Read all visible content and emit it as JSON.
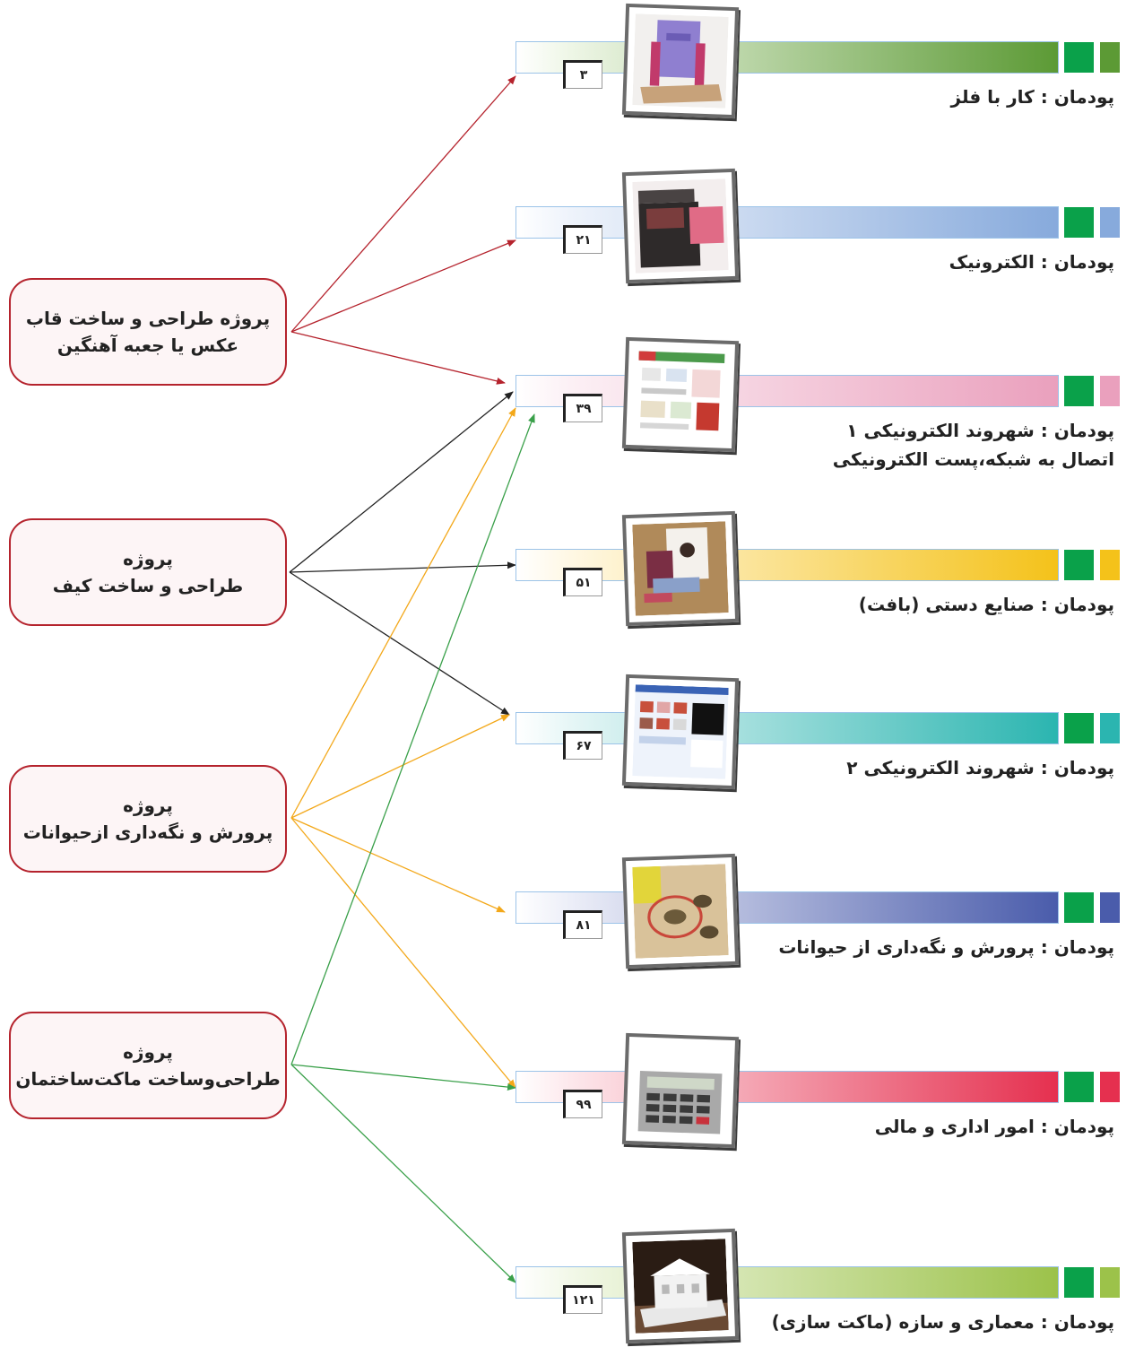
{
  "projects": [
    {
      "line1": "پروژه طراحی و ساخت قاب",
      "line2": "عکس یا جعبه آهنگین"
    },
    {
      "line1": "پروژه",
      "line2": "طراحی و ساخت کیف"
    },
    {
      "line1": "پروژه",
      "line2": "پرورش و نگه‌داری ازحیوانات"
    },
    {
      "line1": "پروژه",
      "line2": "طراحی‌وساخت ماکت‌ساختمان"
    }
  ],
  "modules": [
    {
      "page": "۳",
      "label": "پودمان : کار با فلز",
      "label2": "",
      "color": "#5c9a35",
      "light": "#eef6e6",
      "icon": "metal-frame-photo"
    },
    {
      "page": "۲۱",
      "label": "پودمان : الکترونیک",
      "label2": "",
      "color": "#87aadc",
      "light": "#eef3fb",
      "icon": "electronics-box-photo"
    },
    {
      "page": "۳۹",
      "label": "پودمان : شهروند الکترونیکی ۱",
      "label2": "اتصال به شبکه،پست الکترونیکی",
      "color": "#eaa0bd",
      "light": "#fcf0f5",
      "icon": "website-screenshot-photo"
    },
    {
      "page": "۵۱",
      "label": "پودمان : صنایع دستی (بافت)",
      "label2": "",
      "color": "#f4c21a",
      "light": "#fff8e4",
      "icon": "handicraft-photo"
    },
    {
      "page": "۶۷",
      "label": "پودمان : شهروند الکترونیکی ۲",
      "label2": "",
      "color": "#2bb5b0",
      "light": "#e6f6f6",
      "icon": "software-screenshot-photo"
    },
    {
      "page": "۸۱",
      "label": "پودمان :  پرورش و نگه‌داری از حیوانات",
      "label2": "",
      "color": "#4a5cab",
      "light": "#eceef8",
      "icon": "animals-photo"
    },
    {
      "page": "۹۹",
      "label": "پودمان : امور اداری و مالی",
      "label2": "",
      "color": "#e5304f",
      "light": "#fde8ec",
      "icon": "calculator-photo"
    },
    {
      "page": "۱۲۱",
      "label": "پودمان : معماری و سازه (ماکت سازی)",
      "label2": "",
      "color": "#9cc24a",
      "light": "#f2f8e8",
      "icon": "building-model-photo"
    }
  ],
  "links": [
    {
      "from": 0,
      "to": 0,
      "color": "#b5232d"
    },
    {
      "from": 0,
      "to": 1,
      "color": "#b5232d"
    },
    {
      "from": 0,
      "to": 2,
      "color": "#b5232d"
    },
    {
      "from": 1,
      "to": 2,
      "color": "#222222"
    },
    {
      "from": 1,
      "to": 3,
      "color": "#222222"
    },
    {
      "from": 1,
      "to": 4,
      "color": "#222222"
    },
    {
      "from": 2,
      "to": 2,
      "color": "#f3a81a"
    },
    {
      "from": 2,
      "to": 4,
      "color": "#f3a81a"
    },
    {
      "from": 2,
      "to": 5,
      "color": "#f3a81a"
    },
    {
      "from": 2,
      "to": 6,
      "color": "#f3a81a"
    },
    {
      "from": 3,
      "to": 2,
      "color": "#3aa04a"
    },
    {
      "from": 3,
      "to": 6,
      "color": "#3aa04a"
    },
    {
      "from": 3,
      "to": 7,
      "color": "#3aa04a"
    }
  ]
}
